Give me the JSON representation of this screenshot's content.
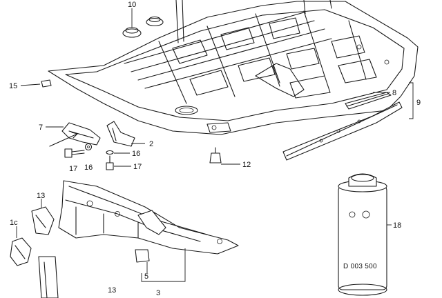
{
  "diagram": {
    "callouts": {
      "c10": "10",
      "c15": "15",
      "c8": "8",
      "c9": "9",
      "c7": "7",
      "c2": "2",
      "c16a": "16",
      "c16b": "16",
      "c17a": "17",
      "c17b": "17",
      "c12": "12",
      "c13a": "13",
      "c13b": "13",
      "c1c": "1c",
      "c18": "18",
      "c5": "5",
      "c3": "3"
    },
    "can_label": "D 003 500"
  }
}
